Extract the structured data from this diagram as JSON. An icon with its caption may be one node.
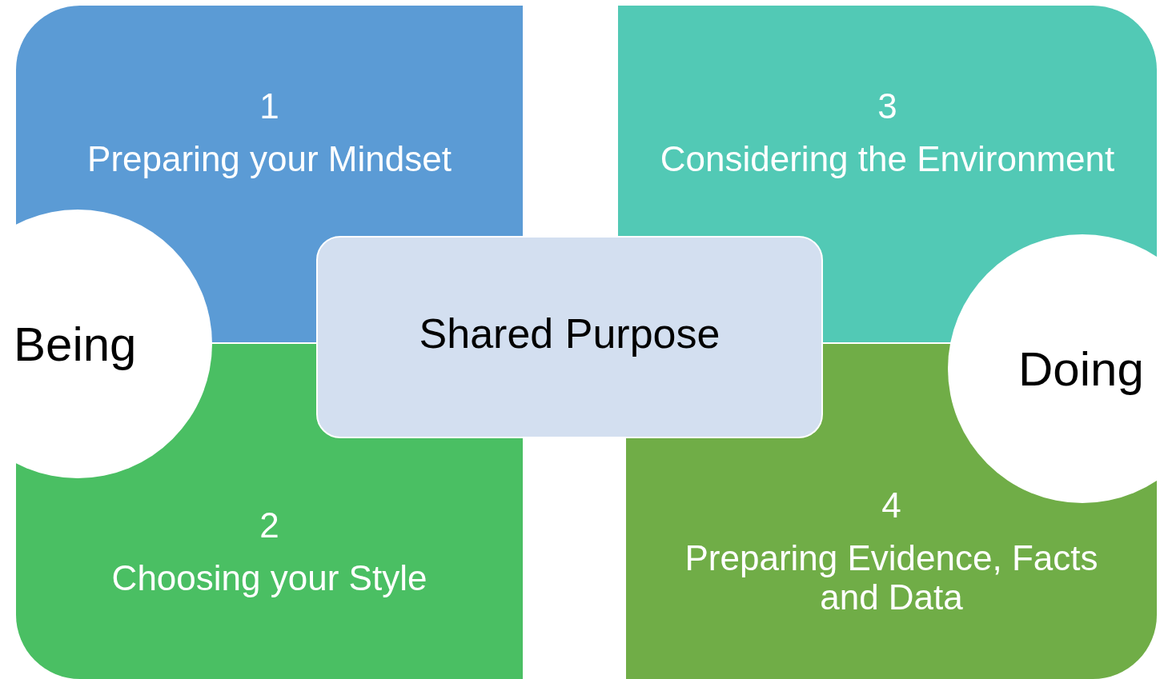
{
  "diagram": {
    "nodes": [
      {
        "text": [
          "1",
          "Preparing your Mindset"
        ]
      },
      {
        "text": [
          "2",
          "Choosing your Style"
        ]
      },
      {
        "text": [
          "3",
          "Considering the Environment"
        ]
      },
      {
        "text": [
          "4",
          "Preparing Evidence, Facts and Data"
        ]
      },
      {
        "text": [
          "Being"
        ]
      },
      {
        "text": [
          "Doing"
        ]
      },
      {
        "text": [
          "Shared Purpose"
        ]
      }
    ],
    "edges": []
  }
}
